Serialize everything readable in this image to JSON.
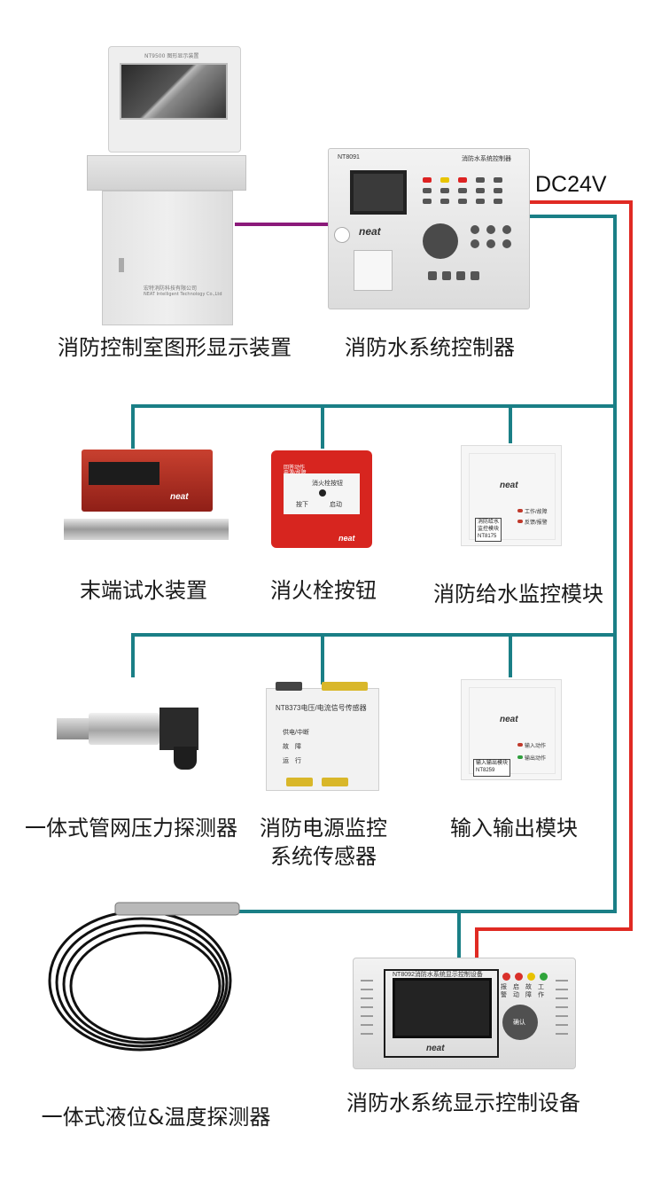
{
  "power_label": "DC24V",
  "devices": {
    "graphic_display": {
      "label": "消防控制室图形显示装置",
      "screen_caption": "NT9500 图形显示装置",
      "maker_caption_1": "宏特消防科技有限公司",
      "maker_caption_2": "NEAT Intelligent Technology Co.,Ltd"
    },
    "water_controller": {
      "label": "消防水系统控制器",
      "model": "NT8091",
      "panel_title": "消防水系统控制器",
      "brand": "neat"
    },
    "terminal_test": {
      "label": "末端试水装置",
      "brand": "neat"
    },
    "hydrant_button": {
      "label": "消火栓按钮",
      "text_press": "按下",
      "text_start": "启动",
      "text_title": "消火栓按钮",
      "text_status_1": "回答动作",
      "text_status_2": "电源/故障",
      "brand": "neat"
    },
    "water_supply_module": {
      "label": "消防给水监控模块",
      "led_1": "工作/故障",
      "led_2": "反馈/报警",
      "name_line_1": "消防给水",
      "name_line_2": "监控模块",
      "model": "NT8175",
      "brand": "neat"
    },
    "pressure_detector": {
      "label": "一体式管网压力探测器"
    },
    "power_sensor": {
      "label_line_1": "消防电源监控",
      "label_line_2": "系统传感器",
      "title": "NT8373电压/电流信号传感器",
      "row_1": "供电/中断",
      "row_2": "故　障",
      "row_3": "运　行"
    },
    "io_module": {
      "label": "输入输出模块",
      "led_1": "输入动作",
      "led_2": "输出动作",
      "name": "输入输出模块",
      "model": "NT8259",
      "brand": "neat"
    },
    "level_temp_detector": {
      "label": "一体式液位&温度探测器"
    },
    "display_control": {
      "label": "消防水系统显示控制设备",
      "screen_title": "NT8092消防水系统显示控制设备",
      "led_1": "报警",
      "led_2": "启动",
      "led_3": "故障",
      "led_4": "工作",
      "center_key": "确认",
      "brand": "neat"
    }
  },
  "colors": {
    "bus_line": "#1a7f86",
    "power_line": "#e02a23",
    "display_link": "#8b1a7a"
  }
}
